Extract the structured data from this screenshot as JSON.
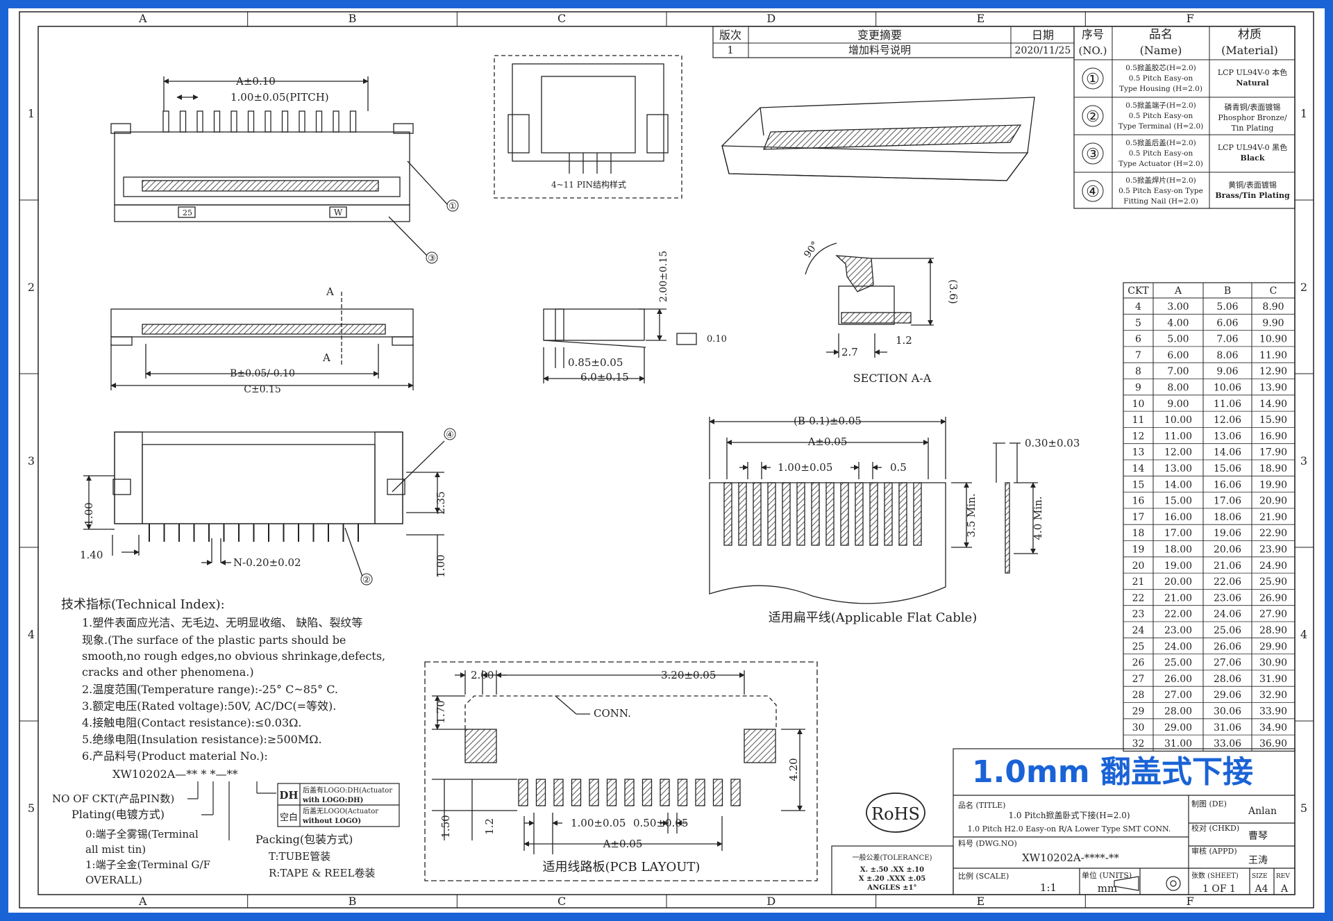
{
  "frame": {
    "col_labels": [
      "A",
      "B",
      "C",
      "D",
      "E",
      "F"
    ],
    "row_labels": [
      "1",
      "2",
      "3",
      "4",
      "5"
    ]
  },
  "revision": {
    "headers": {
      "rev": "版次",
      "summary": "变更摘要",
      "date": "日期"
    },
    "rows": [
      {
        "rev": "1",
        "summary": "增加料号说明",
        "date": "2020/11/25"
      }
    ]
  },
  "bom": {
    "headers": {
      "no": "序号",
      "no_en": "(NO.)",
      "name": "品名",
      "name_en": "(Name)",
      "material": "材质",
      "material_en": "(Material)"
    },
    "rows": [
      {
        "no": "①",
        "name": [
          "0.5掀盖胶芯(H=2.0)",
          "0.5 Pitch Easy-on",
          "Type Housing (H=2.0)"
        ],
        "material": [
          "LCP UL94V-0 本色",
          "Natural"
        ]
      },
      {
        "no": "②",
        "name": [
          "0.5掀盖端子(H=2.0)",
          "0.5 Pitch Easy-on",
          "Type Terminal (H=2.0)"
        ],
        "material": [
          "磷青铜/表面镀锡",
          "Phosphor Bronze/",
          "Tin Plating"
        ]
      },
      {
        "no": "③",
        "name": [
          "0.5掀盖后盖(H=2.0)",
          "0.5 Pitch Easy-on",
          "Type Actuator (H=2.0)"
        ],
        "material": [
          "LCP UL94V-0 黑色",
          "Black"
        ]
      },
      {
        "no": "④",
        "name": [
          "0.5掀盖焊片(H=2.0)",
          "0.5 Pitch Easy-on Type",
          "Fitting Nail (H=2.0)"
        ],
        "material": [
          "黄铜/表面镀锡",
          "Brass/Tin Plating"
        ]
      }
    ]
  },
  "dims": {
    "front_a": "A±0.10",
    "front_pitch": "1.00±0.05(PITCH)",
    "callout_1": "①",
    "callout_2": "②",
    "callout_3": "③",
    "callout_4": "④",
    "mark_25": "25",
    "mark_w": "W",
    "sec_a_top": "A",
    "sec_a_bottom": "A",
    "b_dim": "B±0.05/-0.10",
    "c_dim": "C±0.15",
    "side_h": "2.00±0.15",
    "side_085": "0.85±0.05",
    "side_60": "6.0±0.15",
    "flatness": "0.10",
    "struct_note": "4~11 PIN结构样式",
    "sec_90": "90°",
    "sec_36": "(3.6)",
    "sec_12": "1.2",
    "sec_27": "2.7",
    "section_title": "SECTION A-A",
    "bottom_100": "1.00",
    "bottom_140": "1.40",
    "bottom_235": "2.35",
    "bottom_100b": "1.00",
    "bottom_n": "N-0.20±0.02",
    "fpc_b": "(B-0.1)±0.05",
    "fpc_a": "A±0.05",
    "fpc_pitch": "1.00±0.05",
    "fpc_05": "0.5",
    "fpc_030": "0.30±0.03",
    "fpc_35": "3.5 Min.",
    "fpc_40": "4.0 Min.",
    "fpc_title": "适用扁平线(Applicable Flat Cable)",
    "pcb_200": "2.00",
    "pcb_320": "3.20±0.05",
    "pcb_170": "1.70",
    "pcb_conn": "CONN.",
    "pcb_420": "4.20",
    "pcb_150": "1.50",
    "pcb_12": "1.2",
    "pcb_pitch": "1.00±0.05",
    "pcb_050": "0.50±0.05",
    "pcb_a": "A±0.05",
    "pcb_title": "适用线路板(PCB LAYOUT)"
  },
  "tech": {
    "title": "技术指标(Technical Index):",
    "lines": [
      "1.塑件表面应光洁、无毛边、无明显收缩、 缺陷、裂纹等",
      "现象.(The surface of the plastic parts should be",
      "smooth,no rough edges,no obvious shrinkage,defects,",
      "cracks and other phenomena.)",
      "2.温度范围(Temperature range):-25° C~85° C.",
      "3.额定电压(Rated voltage):50V, AC/DC(=等效).",
      "4.接触电阻(Contact resistance):≤0.03Ω.",
      "5.绝缘电阻(Insulation resistance):≥500MΩ.",
      "6.产品料号(Product material No.):"
    ],
    "part_code": "XW10202A—** * *—**",
    "ckt_label": "NO OF CKT(产品PIN数)",
    "plating_label": "Plating(电镀方式)",
    "plating_0": [
      "0:端子全雾锡(Terminal",
      "all mist tin)"
    ],
    "plating_1": [
      "1:端子全金(Terminal G/F",
      "OVERALL)"
    ],
    "packing_label": "Packing(包装方式)",
    "packing_t": "T:TUBE管装",
    "packing_r": "R:TAPE & REEL卷装",
    "dh_code": "DH",
    "dh_text": [
      "后盖有LOGO:DH(Actuator",
      "with LOGO:DH)"
    ],
    "none_code": "空白",
    "none_text": [
      "后盖无LOGO(Actuator",
      "without LOGO)"
    ]
  },
  "ckt_table": {
    "headers": [
      "CKT",
      "A",
      "B",
      "C"
    ],
    "rows": [
      [
        "4",
        "3.00",
        "5.06",
        "8.90"
      ],
      [
        "5",
        "4.00",
        "6.06",
        "9.90"
      ],
      [
        "6",
        "5.00",
        "7.06",
        "10.90"
      ],
      [
        "7",
        "6.00",
        "8.06",
        "11.90"
      ],
      [
        "8",
        "7.00",
        "9.06",
        "12.90"
      ],
      [
        "9",
        "8.00",
        "10.06",
        "13.90"
      ],
      [
        "10",
        "9.00",
        "11.06",
        "14.90"
      ],
      [
        "11",
        "10.00",
        "12.06",
        "15.90"
      ],
      [
        "12",
        "11.00",
        "13.06",
        "16.90"
      ],
      [
        "13",
        "12.00",
        "14.06",
        "17.90"
      ],
      [
        "14",
        "13.00",
        "15.06",
        "18.90"
      ],
      [
        "15",
        "14.00",
        "16.06",
        "19.90"
      ],
      [
        "16",
        "15.00",
        "17.06",
        "20.90"
      ],
      [
        "17",
        "16.00",
        "18.06",
        "21.90"
      ],
      [
        "18",
        "17.00",
        "19.06",
        "22.90"
      ],
      [
        "19",
        "18.00",
        "20.06",
        "23.90"
      ],
      [
        "20",
        "19.00",
        "21.06",
        "24.90"
      ],
      [
        "21",
        "20.00",
        "22.06",
        "25.90"
      ],
      [
        "22",
        "21.00",
        "23.06",
        "26.90"
      ],
      [
        "23",
        "22.00",
        "24.06",
        "27.90"
      ],
      [
        "24",
        "23.00",
        "25.06",
        "28.90"
      ],
      [
        "25",
        "24.00",
        "26.06",
        "29.90"
      ],
      [
        "26",
        "25.00",
        "27.06",
        "30.90"
      ],
      [
        "27",
        "26.00",
        "28.06",
        "31.90"
      ],
      [
        "28",
        "27.00",
        "29.06",
        "32.90"
      ],
      [
        "29",
        "28.00",
        "30.06",
        "33.90"
      ],
      [
        "30",
        "29.00",
        "31.06",
        "34.90"
      ],
      [
        "32",
        "31.00",
        "33.06",
        "36.90"
      ]
    ]
  },
  "title_block": {
    "headline": "1.0mm 翻盖式下接",
    "rohs": "RoHS",
    "title_label": "品名 (TITLE)",
    "title_cn": "1.0 Pitch掀盖卧式下接(H=2.0)",
    "title_en": "1.0 Pitch H2.0 Easy-on R/A Lower Type SMT CONN.",
    "dwg_label": "料号 (DWG.NO)",
    "dwg_no": "XW10202A-****-**",
    "scale_label": "比例 (SCALE)",
    "scale": "1:1",
    "units_label": "单位 (UNITS)",
    "units": "mm",
    "drawn_label": "制图 (DE)",
    "drawn": "Anlan",
    "checked_label": "校对 (CHKD)",
    "checked": "曹琴",
    "approved_label": "审核 (APPD)",
    "approved": "王涛",
    "sheet_label": "张数 (SHEET)",
    "sheet": "1 OF 1",
    "size_label": "SIZE",
    "size": "A4",
    "rev_label": "REV",
    "rev": "A",
    "tol_title": "一般公差(TOLERANCE)",
    "tol_rows": [
      "X. ±.50  .XX ±.10",
      "X ±.20  .XXX ±.05",
      "ANGLES  ±1°"
    ]
  },
  "colors": {
    "frame": "#1a63d6",
    "paper": "#ffffff",
    "ink": "#222222",
    "headline": "#1a63d6",
    "hatch": "#555555"
  }
}
